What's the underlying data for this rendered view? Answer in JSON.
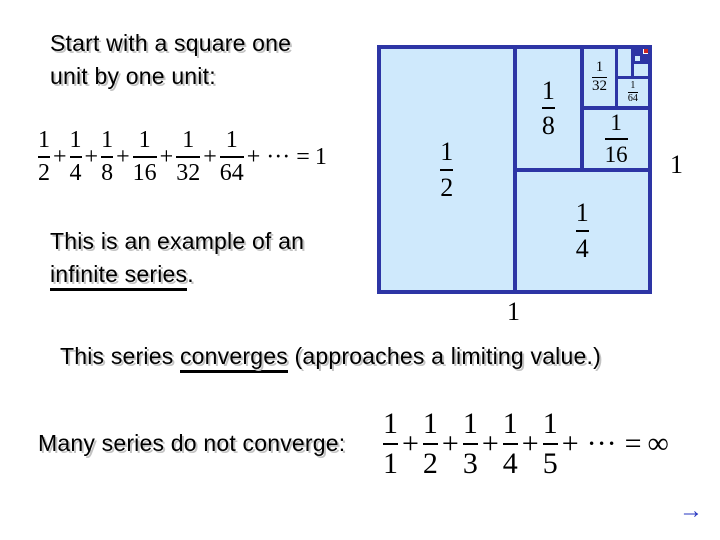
{
  "colors": {
    "square_fill": "#cfe9fc",
    "square_border": "#2d35a5",
    "corner_marker_red": "#cc2420",
    "arrow_blue": "#2635c0",
    "text_shadow": "#c3c3c3"
  },
  "title": {
    "line1": "Start with a square one",
    "line2": "unit by one unit:"
  },
  "geometric_equation": {
    "terms": [
      {
        "num": "1",
        "den": "2"
      },
      {
        "num": "1",
        "den": "4"
      },
      {
        "num": "1",
        "den": "8"
      },
      {
        "num": "1",
        "den": "16"
      },
      {
        "num": "1",
        "den": "32"
      },
      {
        "num": "1",
        "den": "64"
      }
    ],
    "plus": "+",
    "cdots": "···",
    "equals": "=",
    "result": "1"
  },
  "square": {
    "cells": {
      "half": {
        "num": "1",
        "den": "2"
      },
      "quarter": {
        "num": "1",
        "den": "4"
      },
      "eighth": {
        "num": "1",
        "den": "8"
      },
      "sixteenth": {
        "num": "1",
        "den": "16"
      },
      "thirtysecond": {
        "num": "1",
        "den": "32"
      },
      "sixtyfourth": {
        "num": "1",
        "den": "64"
      }
    },
    "side_label": "1",
    "bottom_label": "1"
  },
  "infinite_series_text": {
    "line1": "This is an example of an",
    "underlined": "infinite series",
    "tail": "."
  },
  "converges_text": {
    "pre": "This series ",
    "underlined": "converges",
    "post": " (approaches a limiting value.)"
  },
  "diverges_text": {
    "label": "Many series do not converge:"
  },
  "harmonic_equation": {
    "terms": [
      {
        "num": "1",
        "den": "1"
      },
      {
        "num": "1",
        "den": "2"
      },
      {
        "num": "1",
        "den": "3"
      },
      {
        "num": "1",
        "den": "4"
      },
      {
        "num": "1",
        "den": "5"
      }
    ],
    "plus": "+",
    "cdots": "···",
    "equals": "=",
    "result": "∞"
  },
  "nav": {
    "arrow": "→"
  }
}
